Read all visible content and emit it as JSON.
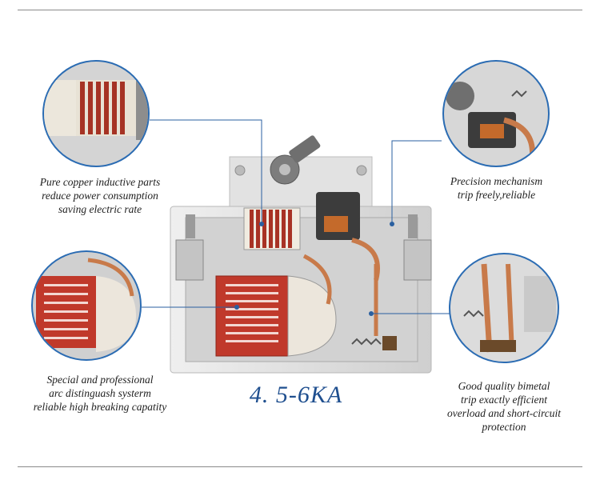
{
  "captions": {
    "copper": [
      "Pure copper inductive parts",
      "reduce power consumption",
      "saving electric rate"
    ],
    "mechanism": [
      "Precision mechanism",
      "trip freely,reliable"
    ],
    "arc": [
      "Special and professional",
      "arc distinguash systerm",
      "reliable high breaking capatity"
    ],
    "bimetal": [
      "Good quality bimetal",
      "trip exactly efficient",
      "overload and short-circuit",
      "protection"
    ]
  },
  "rating": "4. 5-6KA",
  "colors": {
    "accent": "#1f4f8f",
    "callout": "#2a5fa0",
    "copper_coil": "#b5402c",
    "arc_chute": "#c0392b",
    "housing": "#d9d9d9"
  }
}
